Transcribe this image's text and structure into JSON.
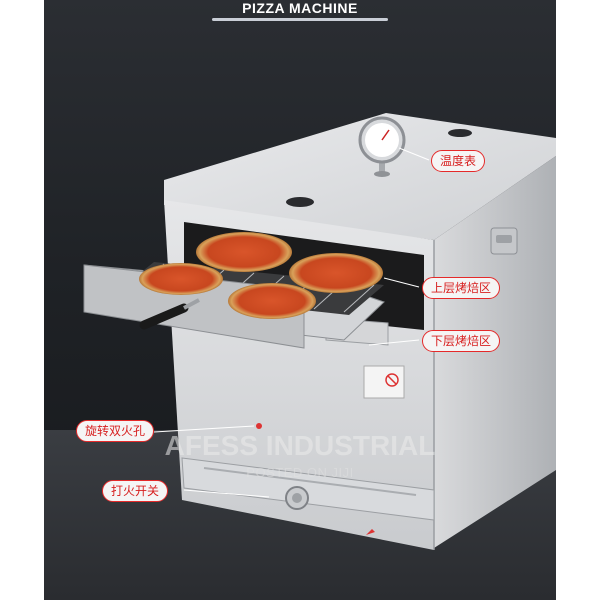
{
  "title": "PIZZA MACHINE",
  "callouts": {
    "thermometer": "温度表",
    "upper_zone": "上层烤焙区",
    "lower_zone": "下层烤焙区",
    "burner": "旋转双火孔",
    "ignition": "打火开关"
  },
  "watermark": {
    "line1": "AFESS INDUSTRIAL",
    "line2": "POSTED ON JIJI"
  }
}
